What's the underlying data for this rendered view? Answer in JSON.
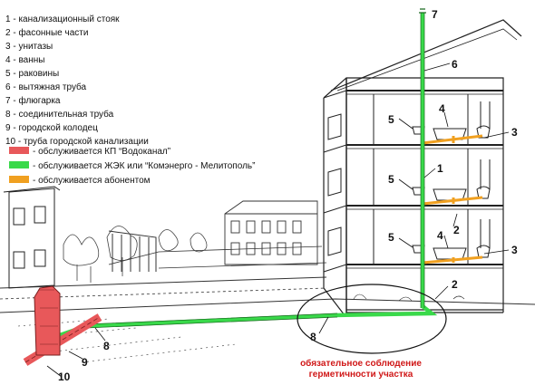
{
  "legend": {
    "items": [
      "1 - канализационный стояк",
      "2 - фасонные части",
      "3 - унитазы",
      "4 - ванны",
      "5 - раковины",
      "6 - вытяжная труба",
      "7 - флюгарка",
      "8 - соединительная труба",
      "9 - городской колодец",
      "10 - труба городской канализации"
    ]
  },
  "color_key": [
    {
      "text": "- обслуживается КП “Водоканал”",
      "color": "#e8585a"
    },
    {
      "text": "- обслуживается ЖЭК или “Комэнерго - Мелитополь”",
      "color": "#39d94a"
    },
    {
      "text": "- обслуживается абонентом",
      "color": "#f0a020"
    }
  ],
  "callouts": {
    "n1": "1",
    "n2a": "2",
    "n2b": "2",
    "n3a": "3",
    "n3b": "3",
    "n4a": "4",
    "n4b": "4",
    "n5a": "5",
    "n5b": "5",
    "n5c": "5",
    "n6": "6",
    "n7": "7",
    "n8a": "8",
    "n8b": "8",
    "n9": "9",
    "n10": "10"
  },
  "note": {
    "line1": "обязательное соблюдение",
    "line2": "герметичности участка"
  },
  "colors": {
    "city": "#e8585a",
    "zhek": "#39d94a",
    "abonent": "#f0a020",
    "ink": "#222222",
    "accent": "#d01818"
  }
}
